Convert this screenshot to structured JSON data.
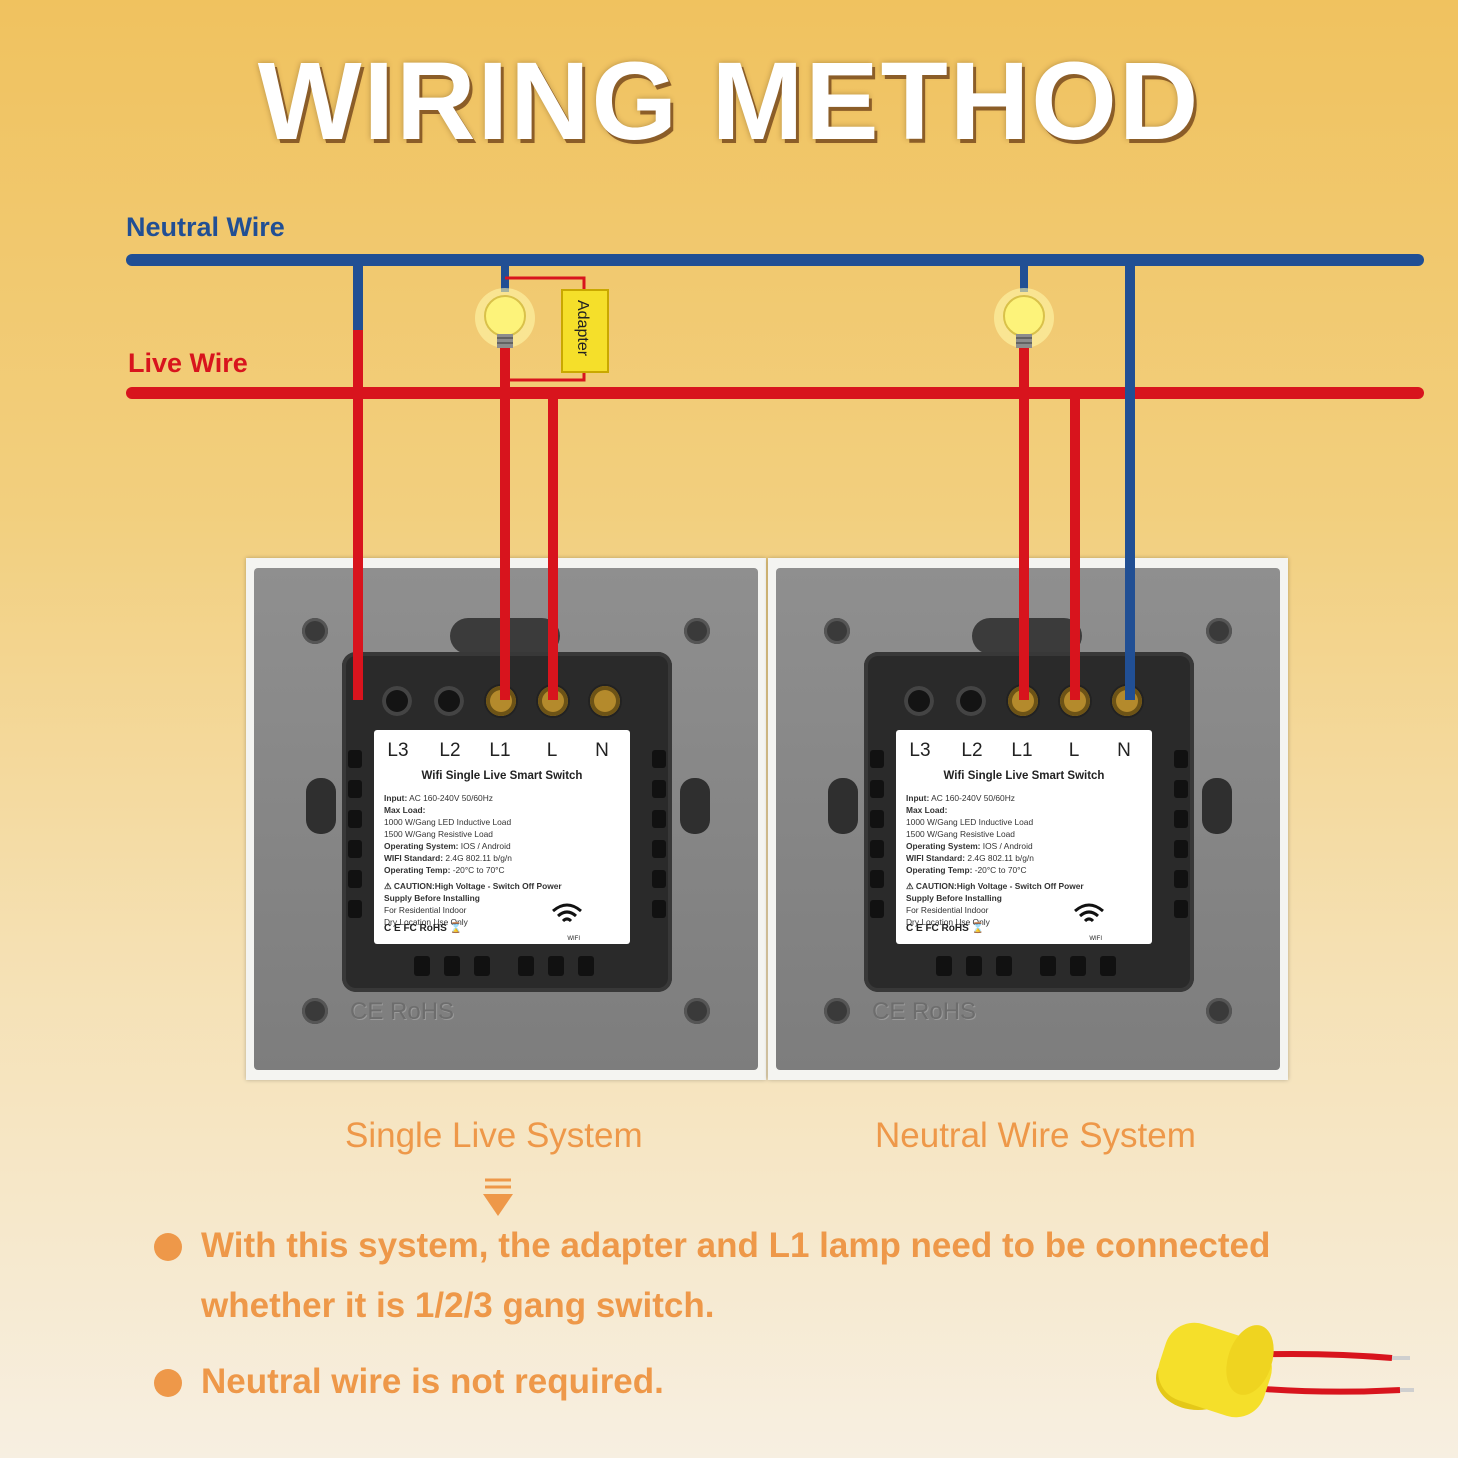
{
  "title": "WIRING METHOD",
  "wires": {
    "neutral": "Neutral Wire",
    "live": "Live Wire"
  },
  "adapter_label": "Adapter",
  "colors": {
    "neutral": "#214f94",
    "live": "#d8141d",
    "accent": "#ee9849",
    "adapter": "#f5df2a"
  },
  "module": {
    "terminals": [
      "L3",
      "L2",
      "L1",
      "L",
      "N"
    ],
    "title": "Wifi Single Live Smart Switch",
    "specs": [
      {
        "key": "Input:",
        "value": "AC 160-240V 50/60Hz"
      },
      {
        "key": "Max Load:",
        "value": ""
      },
      {
        "key": "",
        "value": "1000 W/Gang LED Inductive Load"
      },
      {
        "key": "",
        "value": "1500 W/Gang Resistive Load"
      },
      {
        "key": "Operating System:",
        "value": "IOS / Android"
      },
      {
        "key": "WIFI Standard:",
        "value": "2.4G 802.11 b/g/n"
      },
      {
        "key": "Operating Temp:",
        "value": "-20°C to 70°C"
      }
    ],
    "caution": "CAUTION:High Voltage - Switch Off  Power",
    "caution2": "Supply Before Installing",
    "usage": [
      "For Residential Indoor",
      "Dry Location Use Only"
    ],
    "certs": "C E  FC  RoHS  ⌛",
    "wifi_text": "WIFI",
    "plate_mark": "CE RoHS"
  },
  "systems": {
    "left": "Single Live System",
    "right": "Neutral Wire System"
  },
  "notes": {
    "n1_line1": "With this system, the adapter and L1 lamp need to be connected",
    "n1_line2": "whether it is 1/2/3 gang switch.",
    "n2": "Neutral wire is not required."
  }
}
